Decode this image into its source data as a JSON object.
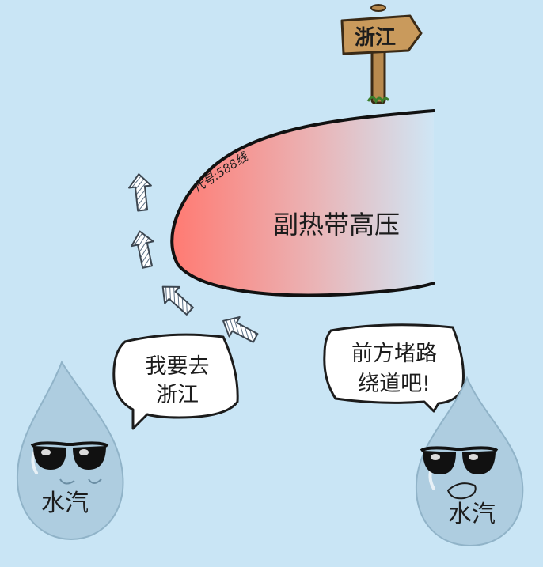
{
  "signpost": {
    "label": "浙江"
  },
  "high_pressure": {
    "label": "副热带高压",
    "contour_label": "代号:588线",
    "colors": {
      "core": "#ff7a72",
      "edge": "#cfe6f5"
    }
  },
  "drops": [
    {
      "name": "水汽",
      "bubble_lines": [
        "我要去",
        "浙江"
      ]
    },
    {
      "name": "水汽",
      "bubble_lines": [
        "前方堵路",
        "绕道吧!"
      ]
    }
  ],
  "colors": {
    "background": "#c9e5f5",
    "drop": "#aecde0",
    "sign_wood": "#c99a5c",
    "ink": "#1c1c1c"
  },
  "icons": [
    "arrow-icon",
    "sunglasses-icon",
    "signpost-icon",
    "water-drop-icon",
    "speech-bubble-icon"
  ]
}
